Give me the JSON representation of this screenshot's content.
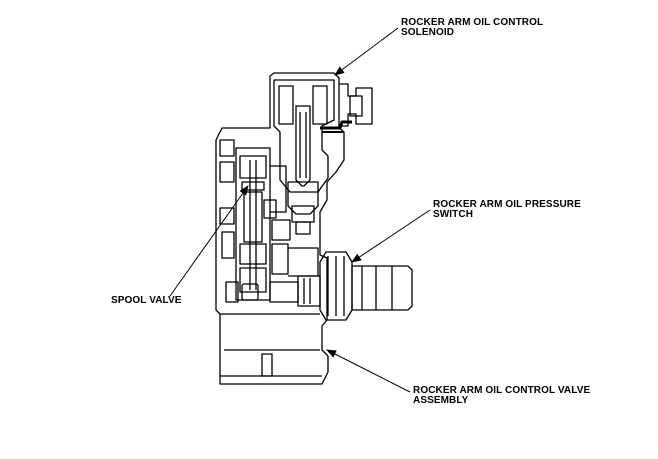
{
  "labels": {
    "solenoid": {
      "line1": "ROCKER ARM OIL CONTROL",
      "line2": "SOLENOID"
    },
    "pressure_switch": {
      "line1": "ROCKER ARM OIL PRESSURE",
      "line2": "SWITCH"
    },
    "spool_valve": {
      "line1": "SPOOL VALVE"
    },
    "valve_assembly": {
      "line1": "ROCKER ARM OIL CONTROL VALVE",
      "line2": "ASSEMBLY"
    }
  }
}
